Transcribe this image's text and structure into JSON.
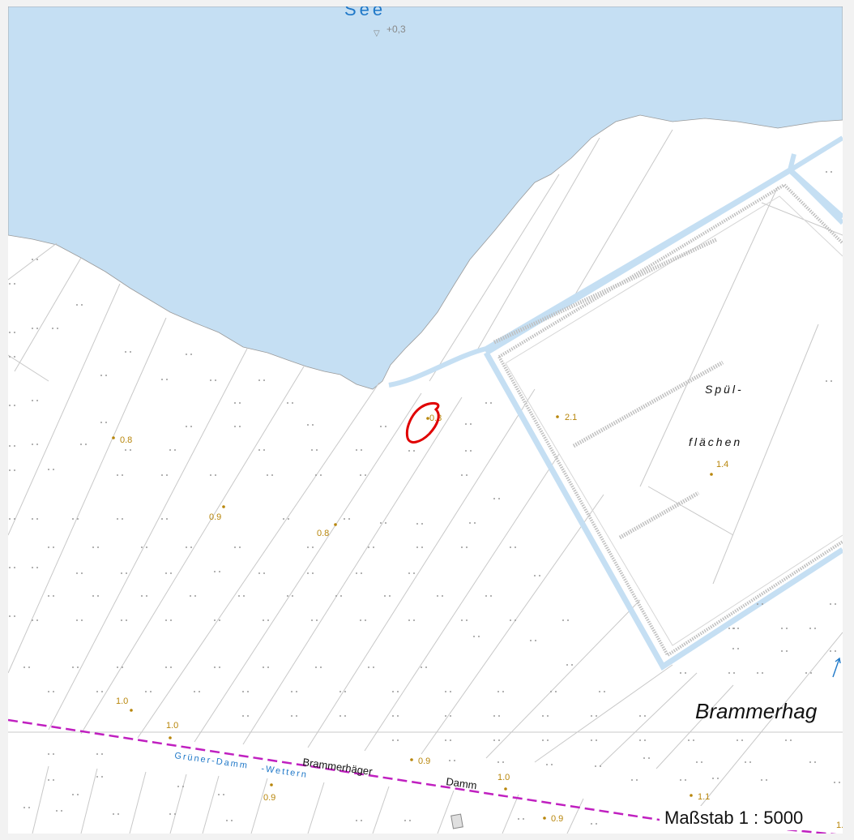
{
  "colors": {
    "background": "#f2f2f2",
    "land": "#ffffff",
    "water": "#c5dff3",
    "water_label": "#1f78c8",
    "parcel_line": "#c8c8c8",
    "dike": "#bfbfbf",
    "elevation": "#b8860b",
    "boundary": "#c020c0",
    "marker": "#e00000",
    "text": "#111111"
  },
  "labels": {
    "lake_name": "See",
    "water_level": "+0,3",
    "spuel_line1": "Spül-",
    "spuel_line2": "flächen",
    "place_name": "Brammerhag",
    "road_line1": "Brammerhäger",
    "road_line2": "Damm",
    "ditch_name_start": "Grüner-Damm",
    "ditch_name_end": "-Wettern",
    "scale": "Maßstab 1 : 5000",
    "cut_edge_value": "1."
  },
  "elevations": [
    {
      "id": "e1",
      "value": "0.8"
    },
    {
      "id": "e2",
      "value": "0.8"
    },
    {
      "id": "e3",
      "value": "0.9"
    },
    {
      "id": "e4",
      "value": "0.8"
    },
    {
      "id": "e5",
      "value": "2.1"
    },
    {
      "id": "e6",
      "value": "1.4"
    },
    {
      "id": "e7",
      "value": "1.0"
    },
    {
      "id": "e8",
      "value": "1.0"
    },
    {
      "id": "e9",
      "value": "0.9"
    },
    {
      "id": "e10",
      "value": "1.0"
    },
    {
      "id": "e11",
      "value": "0.9"
    },
    {
      "id": "e12",
      "value": "0.9"
    },
    {
      "id": "e13",
      "value": "1.1"
    }
  ],
  "icons": {
    "water_level_marker": "water-level-triangle-icon",
    "highlight": "red-circle-annotation-icon",
    "north_arrow": "direction-arrow-icon",
    "building": "building-icon",
    "grassland": "grassland-symbol-icon"
  }
}
